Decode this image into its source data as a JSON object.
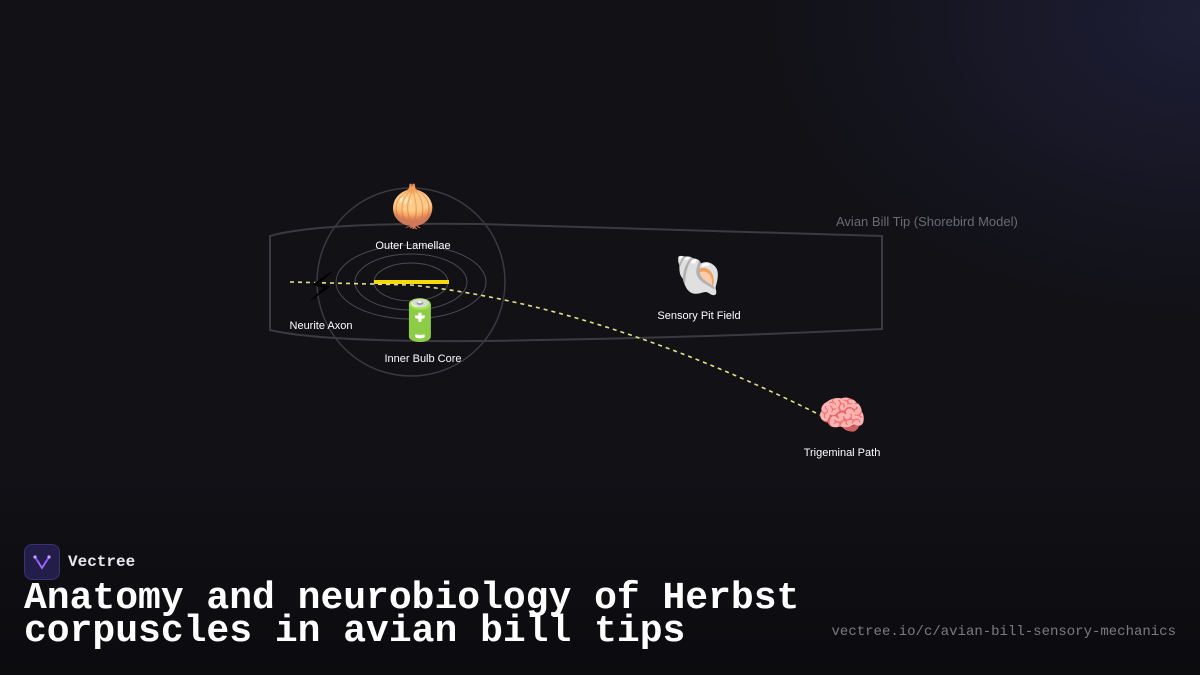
{
  "region": {
    "label": "Avian Bill Tip (Shorebird Model)"
  },
  "nodes": {
    "outer_lamellae": {
      "label": "Outer Lamellae",
      "icon": "🧅",
      "icon_name": "onion-icon"
    },
    "neurite_axon": {
      "label": "Neurite Axon",
      "icon": "⚡",
      "icon_name": "lightning-icon"
    },
    "inner_bulb_core": {
      "label": "Inner Bulb Core",
      "icon": "🔋",
      "icon_name": "battery-icon"
    },
    "sensory_pit_field": {
      "label": "Sensory Pit Field",
      "icon": "🐚",
      "icon_name": "shell-icon"
    },
    "trigeminal_path": {
      "label": "Trigeminal Path",
      "icon": "🧠",
      "icon_name": "brain-icon"
    }
  },
  "brand": {
    "name": "Vectree"
  },
  "title": "Anatomy and neurobiology of Herbst corpuscles in avian bill tips",
  "url": "vectree.io/c/avian-bill-sensory-mechanics",
  "colors": {
    "background": "#111116",
    "outline": "#3a3a40",
    "accent_yellow": "#f5d90a",
    "path_dash": "#e6e28a",
    "brand_purple": "#231d4a"
  }
}
